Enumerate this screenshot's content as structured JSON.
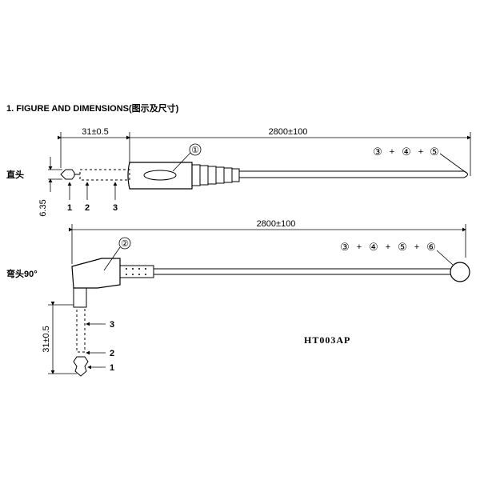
{
  "heading": "1. FIGURE AND DIMENSIONS(图示及尺寸)",
  "straight": {
    "label": "直头",
    "plug_length": "31±0.5",
    "cable_length": "2800±100",
    "diameter": "6.35",
    "callout_plug": "①",
    "callout_end": [
      "③",
      "+",
      "④",
      "+",
      "⑤"
    ],
    "pins": [
      "1",
      "2",
      "3"
    ]
  },
  "right_angle": {
    "label": "弯头90°",
    "cable_length": "2800±100",
    "plug_length": "31±0.5",
    "callout_body": "②",
    "callout_end": [
      "③",
      "+",
      "④",
      "+",
      "⑤",
      "+",
      "⑥"
    ],
    "pins": [
      "3",
      "2",
      "1"
    ]
  },
  "model": "HT003AP"
}
